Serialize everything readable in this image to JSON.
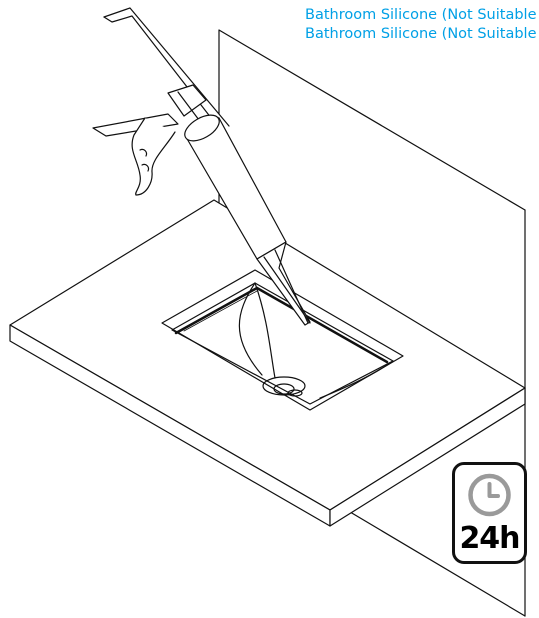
{
  "labels": {
    "product_1": "Bathroom Silicone (Not Suitable for Stone)",
    "product_2": "Bathroom Silicone (Not Suitable for Stone)"
  },
  "badge": {
    "time": "24h",
    "icon": "clock-icon"
  },
  "colors": {
    "label_text": "#00a0e6",
    "line": "#111111",
    "clock_gray": "#9a9a9a"
  }
}
